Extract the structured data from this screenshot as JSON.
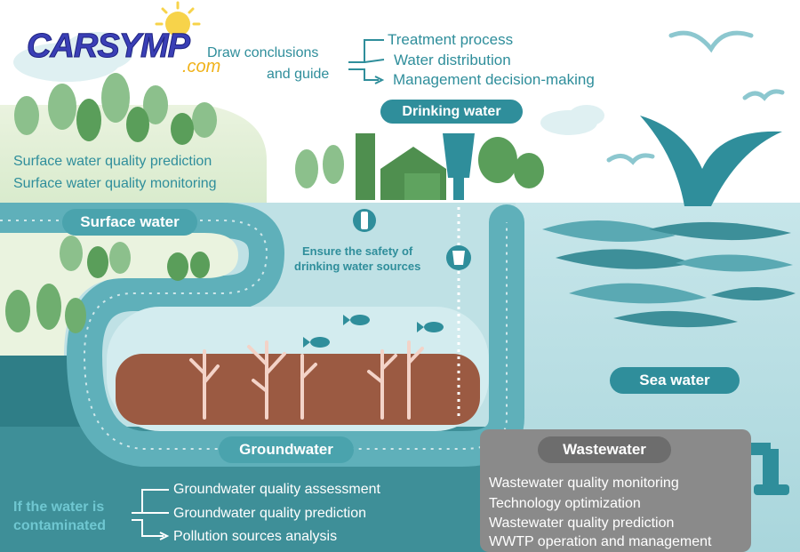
{
  "logo": {
    "brand": "CARSYMP",
    "domain": ".com"
  },
  "guide": {
    "lead_line1": "Draw conclusions",
    "lead_line2": "and guide",
    "items": [
      "Treatment process",
      "Water distribution",
      "Management decision-making"
    ]
  },
  "drinking_water": {
    "label": "Drinking water"
  },
  "surface_water": {
    "label": "Surface water",
    "items": [
      "Surface water quality prediction",
      "Surface water quality monitoring"
    ]
  },
  "ensure": {
    "line1": "Ensure the safety of",
    "line2": "drinking water sources"
  },
  "sea_water": {
    "label": "Sea water"
  },
  "groundwater": {
    "label": "Groundwater",
    "condition_line1": "If the water is",
    "condition_line2": "contaminated",
    "items": [
      "Groundwater quality assessment",
      "Groundwater quality prediction",
      "Pollution sources analysis"
    ]
  },
  "wastewater": {
    "label": "Wastewater",
    "items": [
      "Wastewater quality monitoring",
      "Technology optimization",
      "Wastewater quality prediction",
      "WWTP operation and management"
    ]
  },
  "colors": {
    "accent": "#2f8e9b",
    "water_light": "#bfe1e5",
    "sea": "#a9d6dc",
    "soil": "#9b5a42",
    "wastewater_box": "#8a8a8a"
  }
}
